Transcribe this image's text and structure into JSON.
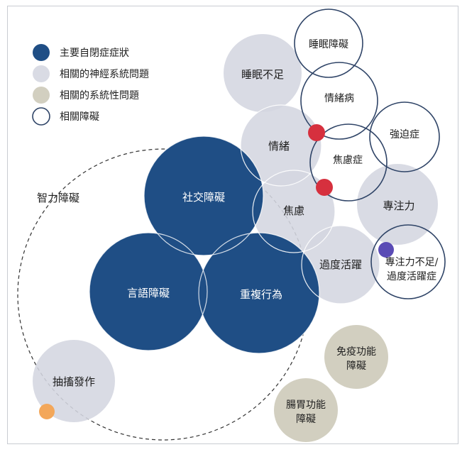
{
  "colors": {
    "core": "#1f4e85",
    "neuro": "#d4d6e0",
    "systemic": "#d2cfc0",
    "outline": "#2f4467",
    "red_dot": "#d6303e",
    "purple_dot": "#5a4bb5",
    "orange_dot": "#f3a75a"
  },
  "legend": {
    "core": "主要自閉症症狀",
    "neuro": "相關的神經系統問題",
    "systemic": "相關的系統性問題",
    "disorder": "相關障礙"
  },
  "nodes": {
    "intellectual": "智力障礙",
    "social": "社交障礙",
    "language": "言語障礙",
    "repetitive": "重複行為",
    "insomnia": "睡眠不足",
    "emotion": "情緒",
    "anxiety": "焦慮",
    "attention": "專注力",
    "hyperactivity": "過度活躍",
    "seizure": "抽搐發作",
    "sleep_disorder": "睡眠障礙",
    "mood_disorder": "情緒病",
    "ocd": "強迫症",
    "anxiety_disorder": "焦慮症",
    "adhd_line1": "專注力不足/",
    "adhd_line2": "過度活躍症",
    "immune_line1": "免疫功能",
    "immune_line2": "障礙",
    "gut_line1": "腸胃功能",
    "gut_line2": "障礙"
  }
}
